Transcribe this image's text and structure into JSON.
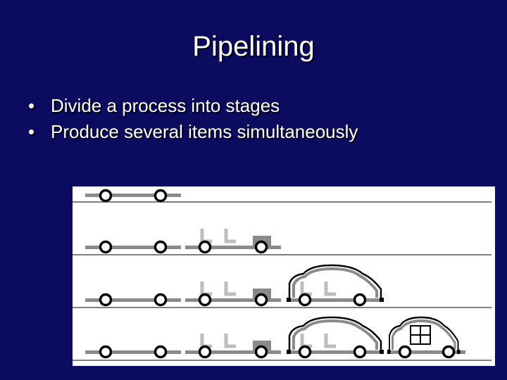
{
  "slide": {
    "title": "Pipelining",
    "bullets": [
      "Divide a process into stages",
      "Produce several items simultaneously"
    ]
  },
  "figure": {
    "rows": 4,
    "description_icon": "car-assembly-line-illustration"
  },
  "colors": {
    "background": "#0b0b60",
    "text": "#ffffff",
    "panel": "#ffffff",
    "line": "#555555"
  }
}
